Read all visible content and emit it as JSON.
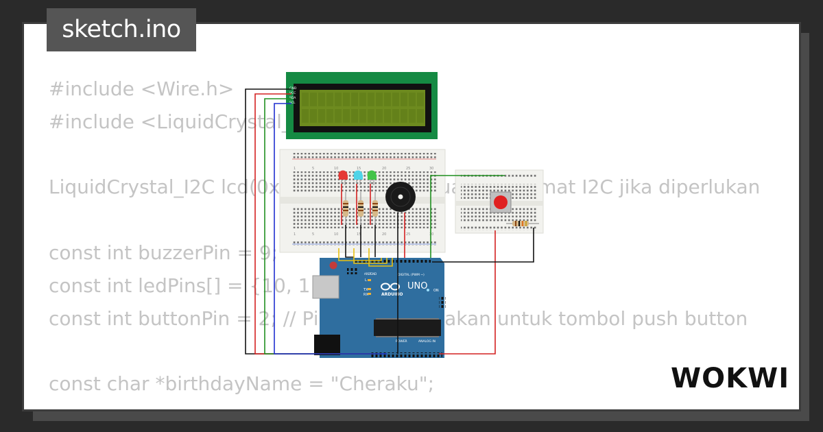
{
  "file_tab": {
    "label": "sketch.ino"
  },
  "code_lines": [
    "#include <Wire.h>",
    "#include <LiquidCrystal_I2C.h>",
    "",
    "LiquidCrystal_I2C lcd(0x27, 16, 2); // Sesuaikan alamat I2C jika diperlukan",
    "",
    "const int buzzerPin = 9;",
    "const int ledPins[] = {10, 11, 12};",
    "const int buttonPin = 2; // Pin yang digunakan untuk tombol push button",
    "",
    "const char *birthdayName = \"Cheraku\";"
  ],
  "lcd_pins": [
    "GND",
    "VCC",
    "SDA",
    "SCL"
  ],
  "breadboard_numbers": [
    "1",
    "5",
    "10",
    "15",
    "20",
    "25",
    "30"
  ],
  "arduino": {
    "brand": "ARDUINO",
    "model": "UNO",
    "digital_label": "DIGITAL (PWM ~)",
    "power_label": "POWER",
    "analog_label": "ANALOG IN",
    "on_label": "ON",
    "aref_label": "AREF",
    "gnd_label": "GND",
    "led_l": "L",
    "led_tx": "TX",
    "led_rx": "RX"
  },
  "brand": {
    "wordmark": "WOKWI"
  },
  "colors": {
    "code_text": "#c4c4c4",
    "file_tab_bg": "#555555",
    "lcd_pcb": "#158a43",
    "lcd_screen": "#6e8b1f",
    "board": "#2f6e9f",
    "wire_red": "#d32020",
    "wire_green": "#1f8f1f",
    "wire_blue": "#1f2fd0",
    "wire_yellow": "#e8c010",
    "led_red": "#e53935",
    "led_cyan": "#4fd4e8",
    "led_green": "#43c34a",
    "button_cap": "#e02020"
  }
}
